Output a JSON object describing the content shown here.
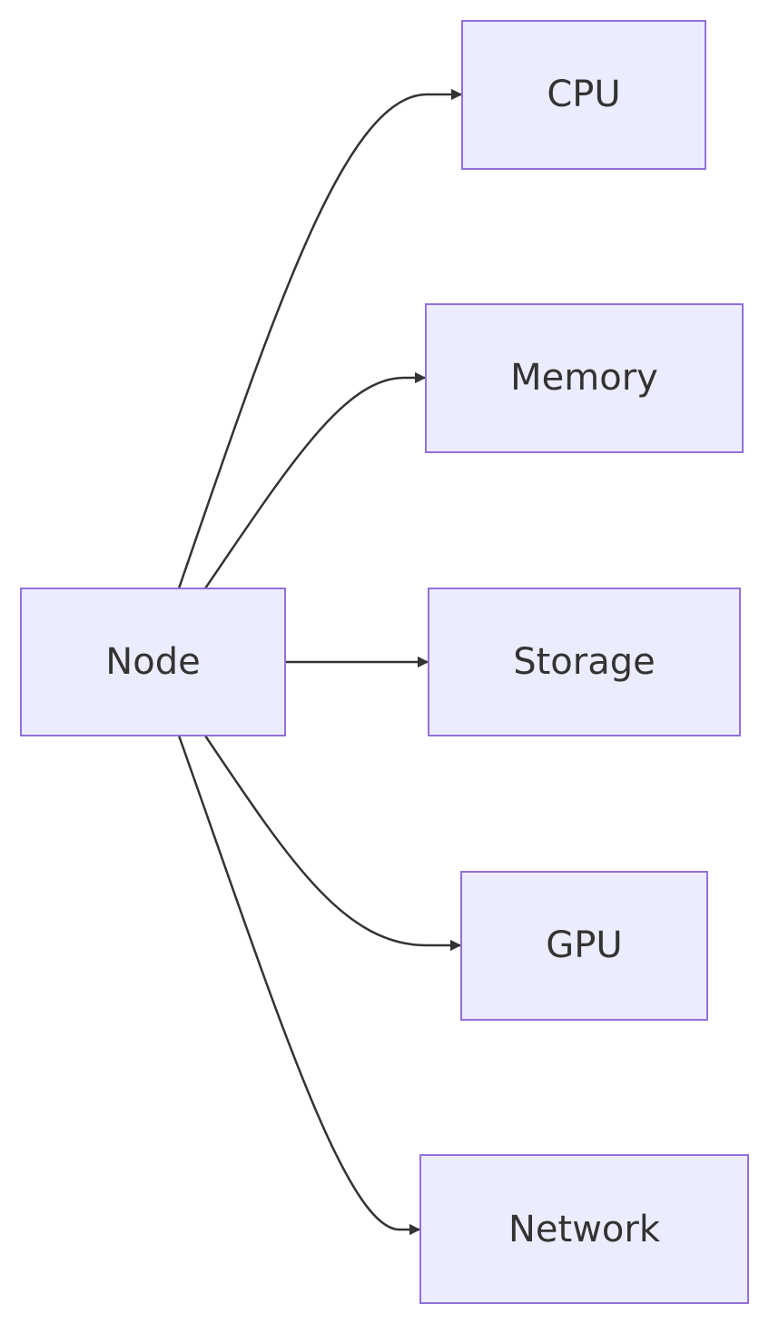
{
  "diagram": {
    "nodes": [
      {
        "id": "node",
        "label": "Node"
      },
      {
        "id": "cpu",
        "label": "CPU"
      },
      {
        "id": "memory",
        "label": "Memory"
      },
      {
        "id": "storage",
        "label": "Storage"
      },
      {
        "id": "gpu",
        "label": "GPU"
      },
      {
        "id": "network",
        "label": "Network"
      }
    ],
    "edges": [
      {
        "from": "node",
        "to": "cpu"
      },
      {
        "from": "node",
        "to": "memory"
      },
      {
        "from": "node",
        "to": "storage"
      },
      {
        "from": "node",
        "to": "gpu"
      },
      {
        "from": "node",
        "to": "network"
      }
    ],
    "colors": {
      "node_fill": "#ECECFF",
      "node_stroke": "#9370DB",
      "edge": "#333333",
      "text": "#333333"
    }
  }
}
